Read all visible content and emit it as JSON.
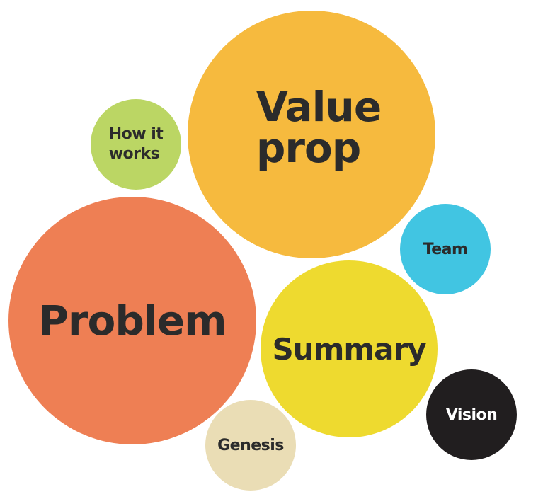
{
  "diagram": {
    "type": "bubble-cluster",
    "bubbles": [
      {
        "id": "value-prop",
        "label": "Value\nprop",
        "color": "#F6BA3E",
        "text_color": "#2B2B2B"
      },
      {
        "id": "how-it-works",
        "label": "How it\nworks",
        "color": "#BBD664",
        "text_color": "#2B2B2B"
      },
      {
        "id": "team",
        "label": "Team",
        "color": "#41C5E2",
        "text_color": "#2B2B2B"
      },
      {
        "id": "problem",
        "label": "Problem",
        "color": "#EE7F54",
        "text_color": "#2B2B2B"
      },
      {
        "id": "summary",
        "label": "Summary",
        "color": "#EEDA2F",
        "text_color": "#2B2B2B"
      },
      {
        "id": "genesis",
        "label": "Genesis",
        "color": "#EADDB5",
        "text_color": "#2B2B2B"
      },
      {
        "id": "vision",
        "label": "Vision",
        "color": "#211E1F",
        "text_color": "#FFFFFF"
      }
    ]
  }
}
